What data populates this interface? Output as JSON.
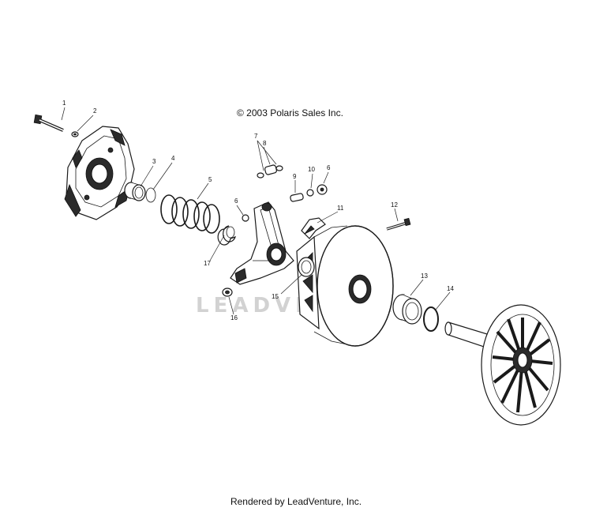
{
  "copyright": "© 2003 Polaris Sales Inc.",
  "footer": "Rendered by LeadVenture, Inc.",
  "watermark": "LEADVENTURE",
  "callouts": [
    "1",
    "2",
    "3",
    "4",
    "5",
    "6",
    "7",
    "8",
    "9",
    "10",
    "6",
    "11",
    "12",
    "13",
    "14",
    "15",
    "16",
    "17"
  ]
}
